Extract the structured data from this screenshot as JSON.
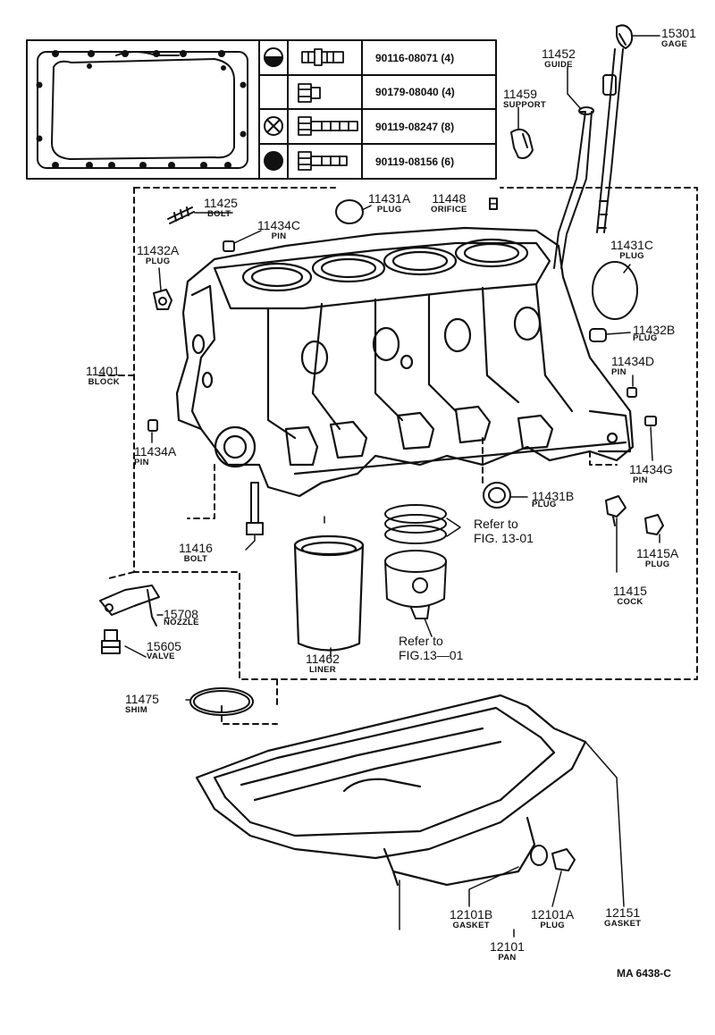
{
  "parts": [
    {
      "key": "p15301",
      "number": "15301",
      "name": "GAGE"
    },
    {
      "key": "p11452",
      "number": "11452",
      "name": "GUIDE"
    },
    {
      "key": "p11459",
      "number": "11459",
      "name": "SUPPORT"
    },
    {
      "key": "p11425",
      "number": "11425",
      "name": "BOLT"
    },
    {
      "key": "p11431A",
      "number": "11431A",
      "name": "PLUG"
    },
    {
      "key": "p11448",
      "number": "11448",
      "name": "ORIFICE"
    },
    {
      "key": "p11434C",
      "number": "11434C",
      "name": "PIN"
    },
    {
      "key": "p11432A",
      "number": "11432A",
      "name": "PLUG"
    },
    {
      "key": "p11431C",
      "number": "11431C",
      "name": "PLUG"
    },
    {
      "key": "p11432B",
      "number": "11432B",
      "name": "PLUG"
    },
    {
      "key": "p11434D",
      "number": "11434D",
      "name": "PIN"
    },
    {
      "key": "p11401",
      "number": "11401",
      "name": "BLOCK"
    },
    {
      "key": "p11434A",
      "number": "11434A",
      "name": "PIN"
    },
    {
      "key": "p11434G",
      "number": "11434G",
      "name": "PIN"
    },
    {
      "key": "p11431B",
      "number": "11431B",
      "name": "PLUG"
    },
    {
      "key": "p11416",
      "number": "11416",
      "name": "BOLT"
    },
    {
      "key": "p11415A",
      "number": "11415A",
      "name": "PLUG"
    },
    {
      "key": "p11415",
      "number": "11415",
      "name": "COCK"
    },
    {
      "key": "p15708",
      "number": "15708",
      "name": "NOZZLE"
    },
    {
      "key": "p15605",
      "number": "15605",
      "name": "VALVE"
    },
    {
      "key": "p11462",
      "number": "11462",
      "name": "LINER"
    },
    {
      "key": "p11475",
      "number": "11475",
      "name": "SHIM"
    },
    {
      "key": "p12101B",
      "number": "12101B",
      "name": "GASKET"
    },
    {
      "key": "p12101A",
      "number": "12101A",
      "name": "PLUG"
    },
    {
      "key": "p12151",
      "number": "12151",
      "name": "GASKET"
    },
    {
      "key": "p12101",
      "number": "12101",
      "name": "PAN"
    }
  ],
  "references": [
    {
      "key": "ref1",
      "line1": "Refer to",
      "line2": "FIG. 13-01"
    },
    {
      "key": "ref2",
      "line1": "Refer to",
      "line2": "FIG.13—01"
    }
  ],
  "bolt_table": [
    {
      "symbol": "half-filled-circle-icon",
      "part": "90116-08071 (4)"
    },
    {
      "symbol": "blank-symbol",
      "part": "90179-08040 (4)"
    },
    {
      "symbol": "crossed-circle-icon",
      "part": "90119-08247 (8)"
    },
    {
      "symbol": "filled-circle-icon",
      "part": "90119-08156 (6)"
    }
  ],
  "figure_code": "MA  6438-C"
}
